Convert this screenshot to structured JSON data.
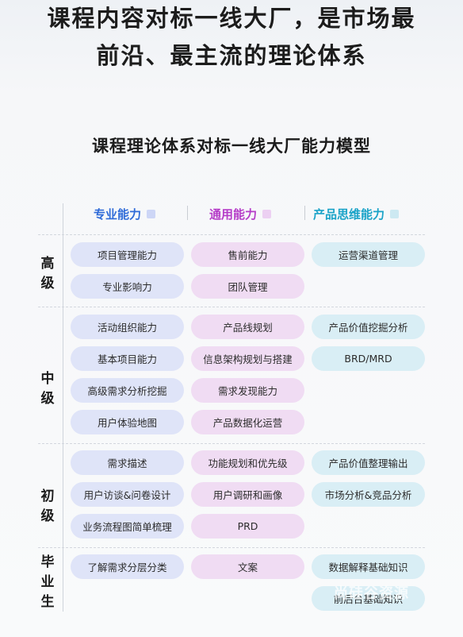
{
  "hero": {
    "line1": "课程内容对标一线大厂，是市场最",
    "line2": "前沿、最主流的理论体系"
  },
  "subtitle": "课程理论体系对标一线大厂能力模型",
  "colors": {
    "professional": "#2f6bd8",
    "general": "#b53cc8",
    "product": "#1aa3c8"
  },
  "columns": [
    {
      "label": "专业能力",
      "color": "#2f6bd8",
      "marker": "#cdd6f6"
    },
    {
      "label": "通用能力",
      "color": "#b53cc8",
      "marker": "#ecd0f2"
    },
    {
      "label": "产品思维能力",
      "color": "#1aa3c8",
      "marker": "#cde9f2"
    }
  ],
  "levels": [
    {
      "label": "高级",
      "col0": [
        "项目管理能力",
        "专业影响力"
      ],
      "col1": [
        "售前能力",
        "团队管理"
      ],
      "col2": [
        "运营渠道管理"
      ]
    },
    {
      "label": "中级",
      "col0": [
        "活动组织能力",
        "基本项目能力",
        "高级需求分析挖掘",
        "用户体验地图"
      ],
      "col1": [
        "产品线规划",
        "信息架构规划与搭建",
        "需求发现能力",
        "产品数据化运营"
      ],
      "col2": [
        "产品价值挖掘分析",
        "BRD/MRD"
      ]
    },
    {
      "label": "初级",
      "col0": [
        "需求描述",
        "用户访谈&问卷设计",
        "业务流程图简单梳理"
      ],
      "col1": [
        "功能规划和优先级",
        "用户调研和画像",
        "PRD"
      ],
      "col2": [
        "产品价值整理输出",
        "市场分析&竞品分析"
      ]
    },
    {
      "label": "毕业生",
      "col0": [
        "了解需求分层分类"
      ],
      "col1": [
        "文案"
      ],
      "col2": [
        "数据解释基础知识",
        "前后台基础知识"
      ]
    }
  ],
  "watermark": "尚硅谷资源"
}
